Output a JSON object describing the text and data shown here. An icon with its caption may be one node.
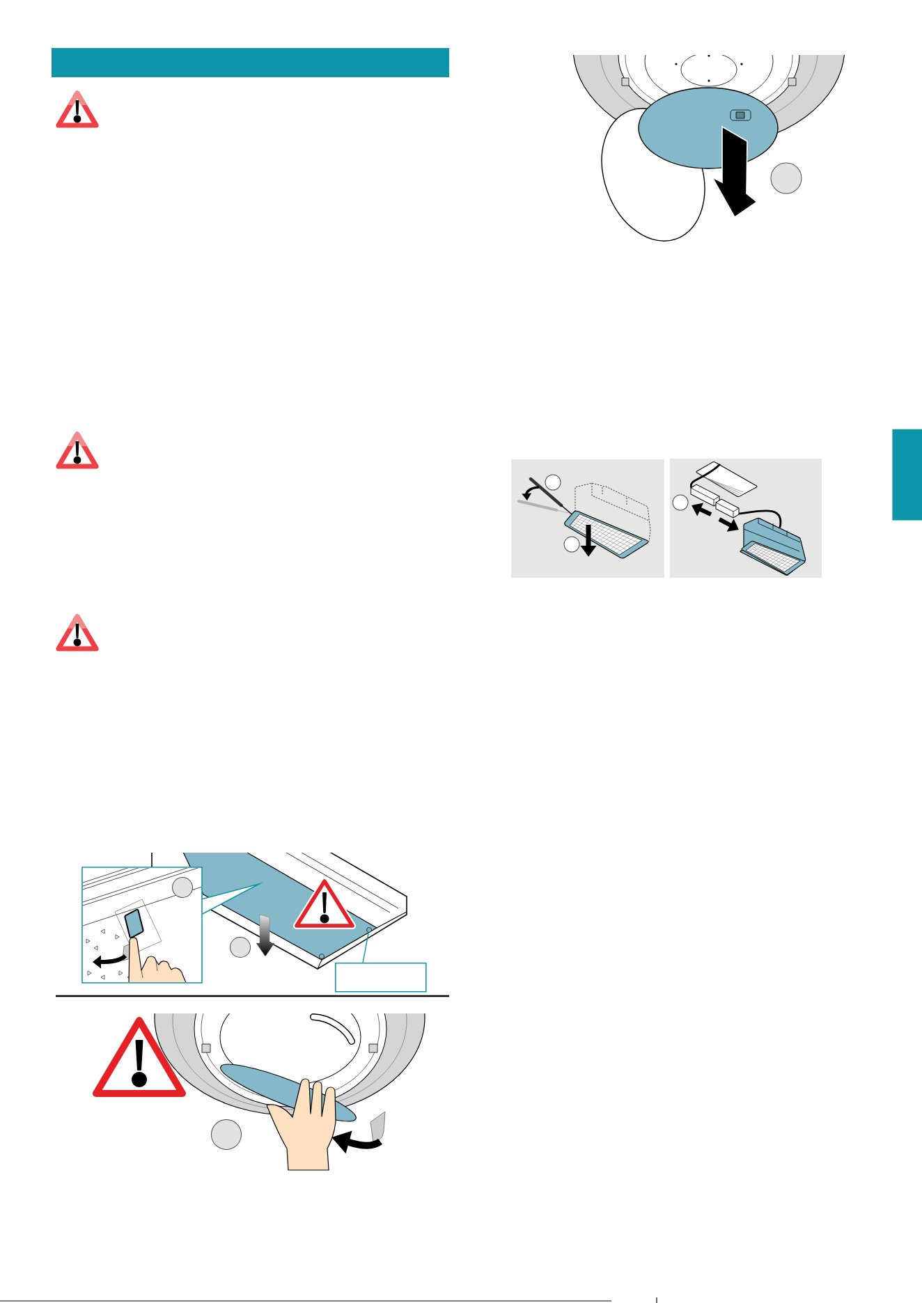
{
  "diagram": {
    "nodes": [
      {
        "text": [],
        "shape": "box"
      },
      {
        "text": [],
        "shape": "circle"
      },
      {
        "text": [],
        "shape": "bar"
      }
    ],
    "edges": [
      {
        "from": 0,
        "to": 1,
        "arrow": "none"
      }
    ]
  }
}
